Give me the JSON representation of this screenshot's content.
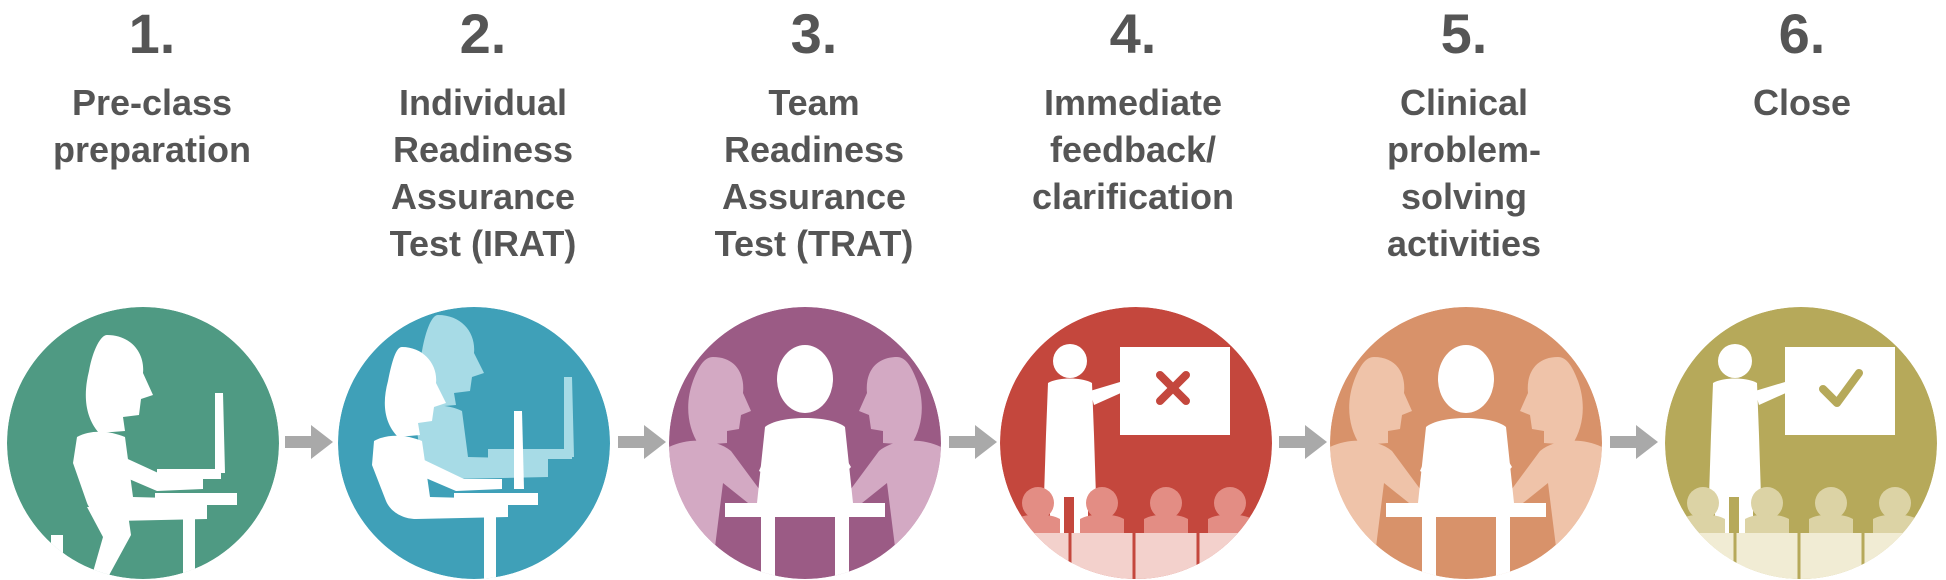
{
  "steps": [
    {
      "number": "1.",
      "label": "Pre-class\npreparation",
      "color": "#4f9a83",
      "icon": "person-at-laptop-icon"
    },
    {
      "number": "2.",
      "label": "Individual\nReadiness\nAssurance\nTest (IRAT)",
      "color": "#3fa0b8",
      "icon": "individuals-at-laptops-icon"
    },
    {
      "number": "3.",
      "label": "Team\nReadiness\nAssurance\nTest (TRAT)",
      "color": "#9b5b85",
      "icon": "team-discussion-icon"
    },
    {
      "number": "4.",
      "label": "Immediate\nfeedback/\nclarification",
      "color": "#c4473d",
      "icon": "instructor-board-cross-icon"
    },
    {
      "number": "5.",
      "label": "Clinical\nproblem-\nsolving\nactivities",
      "color": "#d8926a",
      "icon": "team-discussion-icon"
    },
    {
      "number": "6.",
      "label": "Close",
      "color": "#b6a95a",
      "icon": "instructor-board-check-icon"
    }
  ],
  "arrow_color": "#a9a9a9",
  "text_color": "#555555"
}
